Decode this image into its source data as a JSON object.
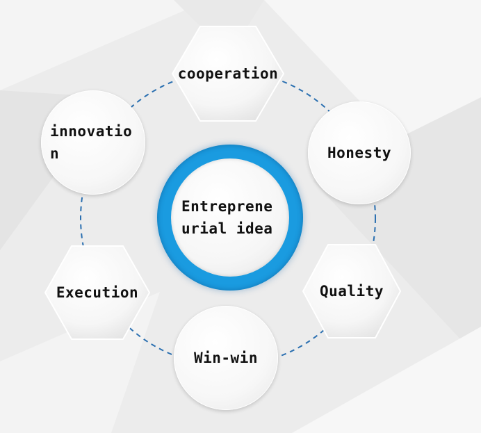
{
  "diagram": {
    "center": {
      "label": "Entrepreneurial idea"
    },
    "nodes": [
      {
        "id": "cooperation",
        "label": "cooperation",
        "shape": "hexagon"
      },
      {
        "id": "honesty",
        "label": "Honesty",
        "shape": "circle"
      },
      {
        "id": "quality",
        "label": "Quality",
        "shape": "hexagon"
      },
      {
        "id": "win-win",
        "label": "Win-win",
        "shape": "circle"
      },
      {
        "id": "execution",
        "label": "Execution",
        "shape": "hexagon"
      },
      {
        "id": "innovation",
        "label": "innovation",
        "shape": "circle"
      }
    ],
    "colors": {
      "ring": "#1a9be0",
      "connector": "#2a6fb0",
      "text": "#111111"
    }
  }
}
